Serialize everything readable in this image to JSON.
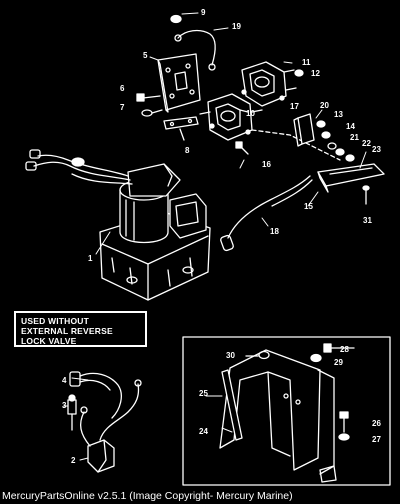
{
  "note": "USED WITHOUT\nEXTERNAL REVERSE\nLOCK VALVE",
  "caption": "MercuryPartsOnline v2.5.1 (Image Copyright- Mercury Marine)",
  "callouts": [
    "1",
    "2",
    "3",
    "4",
    "5",
    "6",
    "7",
    "8",
    "9",
    "10",
    "11",
    "12",
    "13",
    "14",
    "15",
    "16",
    "17",
    "18",
    "19",
    "20",
    "21",
    "22",
    "23",
    "24",
    "25",
    "26",
    "27",
    "28",
    "29",
    "30",
    "31"
  ]
}
